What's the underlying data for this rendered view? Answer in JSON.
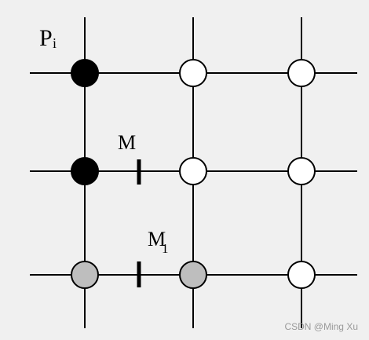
{
  "labels": {
    "p_main": "P",
    "p_sub": "i",
    "m": "M",
    "m1_main": "M",
    "m1_sub": "1"
  },
  "watermark": "CSDN @Ming Xu",
  "colors": {
    "background": "#f0f0f0",
    "filled": "#000000",
    "empty": "#ffffff",
    "gray": "#bebebe"
  },
  "nodes": [
    {
      "row": 0,
      "col": 0,
      "state": "black"
    },
    {
      "row": 0,
      "col": 1,
      "state": "white"
    },
    {
      "row": 0,
      "col": 2,
      "state": "white"
    },
    {
      "row": 1,
      "col": 0,
      "state": "black"
    },
    {
      "row": 1,
      "col": 1,
      "state": "white"
    },
    {
      "row": 1,
      "col": 2,
      "state": "white"
    },
    {
      "row": 2,
      "col": 0,
      "state": "gray"
    },
    {
      "row": 2,
      "col": 1,
      "state": "gray"
    },
    {
      "row": 2,
      "col": 2,
      "state": "white"
    }
  ]
}
